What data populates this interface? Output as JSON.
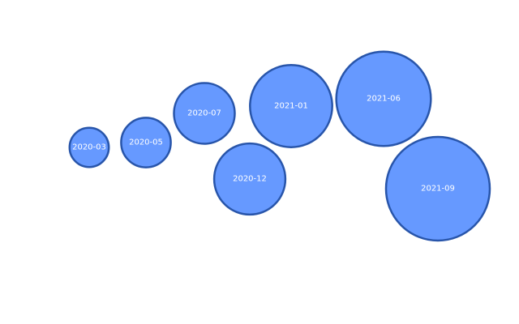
{
  "chart_data": {
    "type": "bubble",
    "fill_color": "#6699ff",
    "stroke_color": "#2855aa",
    "label_color": "#ffffff",
    "points": [
      {
        "label": "2020-03",
        "size": 1.0
      },
      {
        "label": "2020-05",
        "size": 1.6
      },
      {
        "label": "2020-07",
        "size": 2.4
      },
      {
        "label": "2020-12",
        "size": 3.3
      },
      {
        "label": "2021-01",
        "size": 4.4
      },
      {
        "label": "2021-06",
        "size": 5.8
      },
      {
        "label": "2021-09",
        "size": 7.0
      }
    ]
  }
}
